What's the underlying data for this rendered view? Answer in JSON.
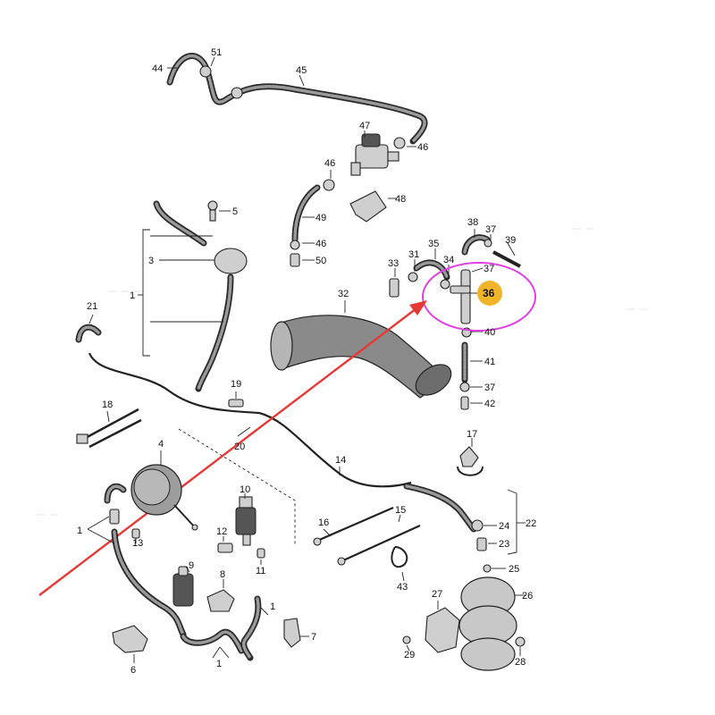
{
  "highlight": {
    "label": "36",
    "badge_color": "#f0b429",
    "circle_color": "#e040e0",
    "arrow_color": "#e53935"
  },
  "callouts": {
    "c1a": "1",
    "c1b": "1",
    "c1c": "1",
    "c1d": "1",
    "c3": "3",
    "c4": "4",
    "c5": "5",
    "c6": "6",
    "c7": "7",
    "c8": "8",
    "c9": "9",
    "c10": "10",
    "c11": "11",
    "c12": "12",
    "c13": "13",
    "c14": "14",
    "c15": "15",
    "c16": "16",
    "c17": "17",
    "c18": "18",
    "c19": "19",
    "c20": "20",
    "c21": "21",
    "c22": "22",
    "c23": "23",
    "c24": "24",
    "c25": "25",
    "c26": "26",
    "c27": "27",
    "c28": "28",
    "c29": "29",
    "c31": "31",
    "c32": "32",
    "c33": "33",
    "c34": "34",
    "c35": "35",
    "c37a": "37",
    "c37b": "37",
    "c37c": "37",
    "c38": "38",
    "c39": "39",
    "c40": "40",
    "c41": "41",
    "c42": "42",
    "c43": "43",
    "c44": "44",
    "c45": "45",
    "c46a": "46",
    "c46b": "46",
    "c46c": "46",
    "c47": "47",
    "c48": "48",
    "c49": "49",
    "c50": "50",
    "c51": "51"
  }
}
